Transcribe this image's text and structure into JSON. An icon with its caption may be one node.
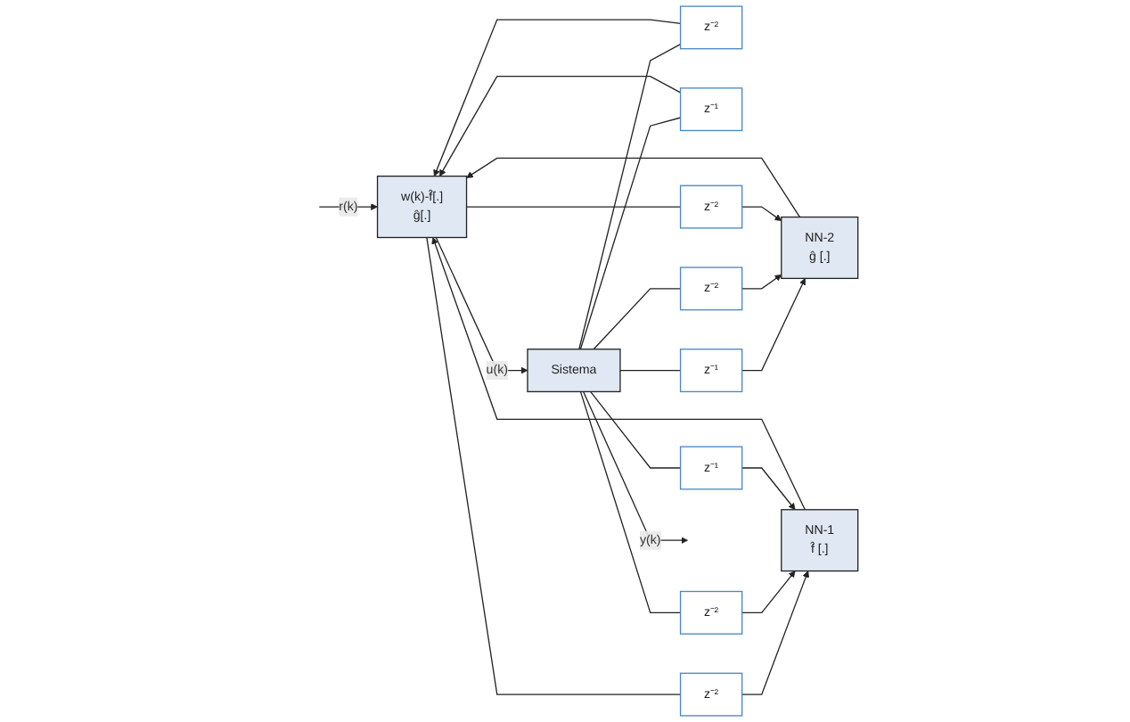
{
  "diagram": {
    "nodes": [
      {
        "text": [
          "w(k)-f̂[.]",
          "ĝ[.]"
        ]
      },
      {
        "text": [
          "Sistema"
        ]
      },
      {
        "text": [
          "z⁻²"
        ]
      },
      {
        "text": [
          "z⁻¹"
        ]
      },
      {
        "text": [
          "z⁻¹"
        ]
      },
      {
        "text": [
          "z⁻²"
        ]
      },
      {
        "text": [
          "z⁻²"
        ]
      },
      {
        "text": [
          "z⁻²"
        ]
      },
      {
        "text": [
          "z⁻²"
        ]
      },
      {
        "text": [
          "z⁻¹"
        ]
      },
      {
        "text": [
          "NN-2",
          "ĝ [.]"
        ]
      },
      {
        "text": [
          "NN-1",
          "f̂ [.]"
        ]
      }
    ],
    "edges": [
      {
        "from": null,
        "to": 0,
        "arrow": "to",
        "label": "r(k)"
      },
      {
        "from": 0,
        "to": 1,
        "arrow": "to",
        "label": "u(k)"
      },
      {
        "from": 1,
        "to": null,
        "arrow": "to",
        "label": "y(k)"
      },
      {
        "from": 1,
        "to": 2,
        "arrow": "none"
      },
      {
        "from": 1,
        "to": 3,
        "arrow": "none"
      },
      {
        "from": 2,
        "to": 0,
        "arrow": "to"
      },
      {
        "from": 3,
        "to": 0,
        "arrow": "to"
      },
      {
        "from": 1,
        "to": 4,
        "arrow": "none"
      },
      {
        "from": 1,
        "to": 5,
        "arrow": "none"
      },
      {
        "from": 0,
        "to": 6,
        "arrow": "none"
      },
      {
        "from": 0,
        "to": 7,
        "arrow": "none"
      },
      {
        "from": 1,
        "to": 8,
        "arrow": "none"
      },
      {
        "from": 1,
        "to": 9,
        "arrow": "none"
      },
      {
        "from": 4,
        "to": 10,
        "arrow": "to"
      },
      {
        "from": 5,
        "to": 10,
        "arrow": "to"
      },
      {
        "from": 6,
        "to": 10,
        "arrow": "to"
      },
      {
        "from": 7,
        "to": 11,
        "arrow": "to"
      },
      {
        "from": 8,
        "to": 11,
        "arrow": "to"
      },
      {
        "from": 9,
        "to": 11,
        "arrow": "to"
      },
      {
        "from": 10,
        "to": 0,
        "arrow": "to"
      },
      {
        "from": 11,
        "to": 0,
        "arrow": "to"
      }
    ]
  }
}
